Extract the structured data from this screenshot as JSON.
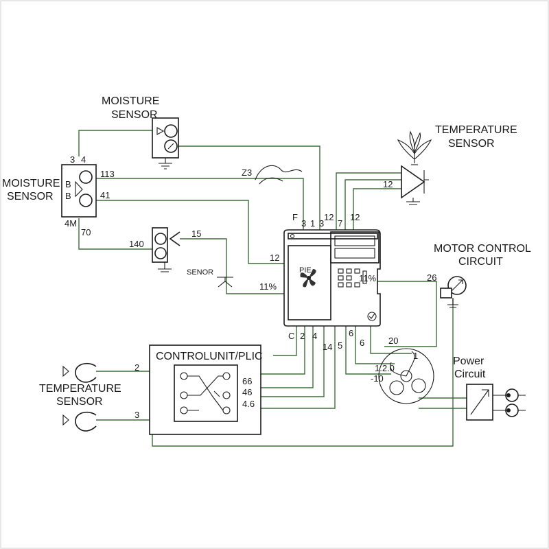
{
  "labels": {
    "moisture_sensor_top": [
      "MOISTURE",
      "SENSOR"
    ],
    "moisture_sensor_left": [
      "MOISTURE",
      "SENSOR"
    ],
    "temperature_sensor_top": [
      "TEMPERATURE",
      "SENSOR"
    ],
    "temperature_sensor_left": [
      "TEMPERATURE",
      "SENSOR"
    ],
    "motor_control_circuit": [
      "MOTOR CONTROL",
      "CIRCUIT"
    ],
    "power_circuit": [
      "Power",
      "Circuit"
    ],
    "control_unit": "CONTROLUNIT/PLIC",
    "senor": "SENOR",
    "pie": "PIE"
  },
  "pins": {
    "ms_3": "3",
    "ms_4": "4",
    "ms_b1": "B",
    "ms_b2": "B",
    "ms_113": "113",
    "ms_41": "41",
    "ms_4m": "4M",
    "ms_70": "70",
    "n140": "140",
    "n15": "15",
    "n23": "Z3",
    "n12_ctrl": "12",
    "n11pct": "11%",
    "top_F": "F",
    "top_3a": "3",
    "top_1": "1",
    "top_3b": "3",
    "top_12": "12",
    "top_7": "7",
    "top_12b": "12",
    "temp_12": "12",
    "right_11pct": "11%",
    "right_26": "26",
    "bot_C": "C",
    "bot_2": "2",
    "bot_4": "4",
    "bot_14": "14",
    "bot_5": "5",
    "bot_6a": "6",
    "bot_6b": "6",
    "bot_20": "20",
    "motor_120": "1.2.0",
    "motor_m10": "-10",
    "motor_1": "1",
    "plc_66": "66",
    "plc_46": "46",
    "plc_4_6": "4.6",
    "ts_2": "2",
    "ts_3": "3"
  }
}
